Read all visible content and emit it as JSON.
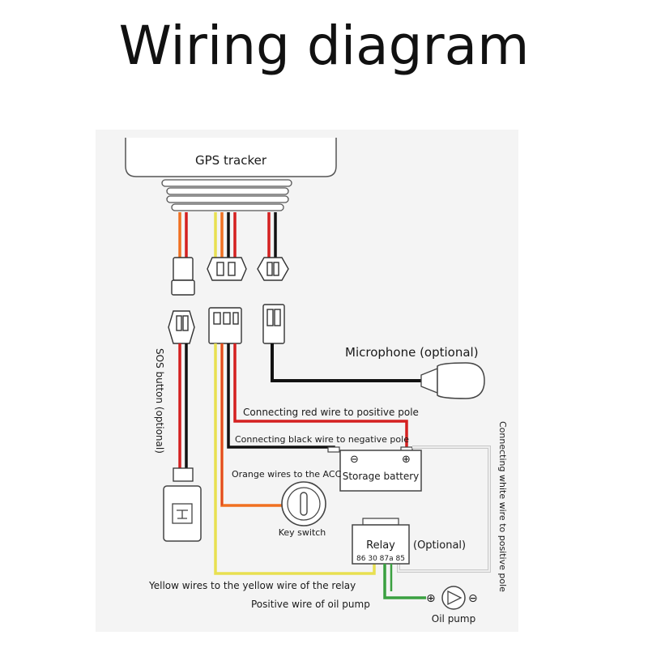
{
  "title": "Wiring diagram",
  "labels": {
    "gps_tracker": "GPS tracker",
    "microphone": "Microphone (optional)",
    "sos_button": "SOS button (optional)",
    "red_wire": "Connecting red wire to positive pole",
    "black_wire": "Connecting black wire to  negative pole",
    "white_wire": "Connecting white wire to positive pole",
    "orange_wires": "Orange wires to the ACC",
    "storage_battery": "Storage battery",
    "key_switch": "Key switch",
    "relay": "Relay",
    "relay_optional": "(Optional)",
    "relay_pins": "86 30 87a 85",
    "yellow_wires": "Yellow wires to the yellow wire of the relay",
    "positive_oil_pump": "Positive wire of oil pump",
    "oil_pump": "Oil pump",
    "minus_sign": "⊖",
    "plus_sign": "⊕"
  },
  "colors": {
    "red": "#d42020",
    "orange": "#f07020",
    "yellow": "#e8e050",
    "black": "#111111",
    "green": "#3aa040",
    "white_wire": "#d8d8d8",
    "panel_bg": "#f4f4f4"
  }
}
